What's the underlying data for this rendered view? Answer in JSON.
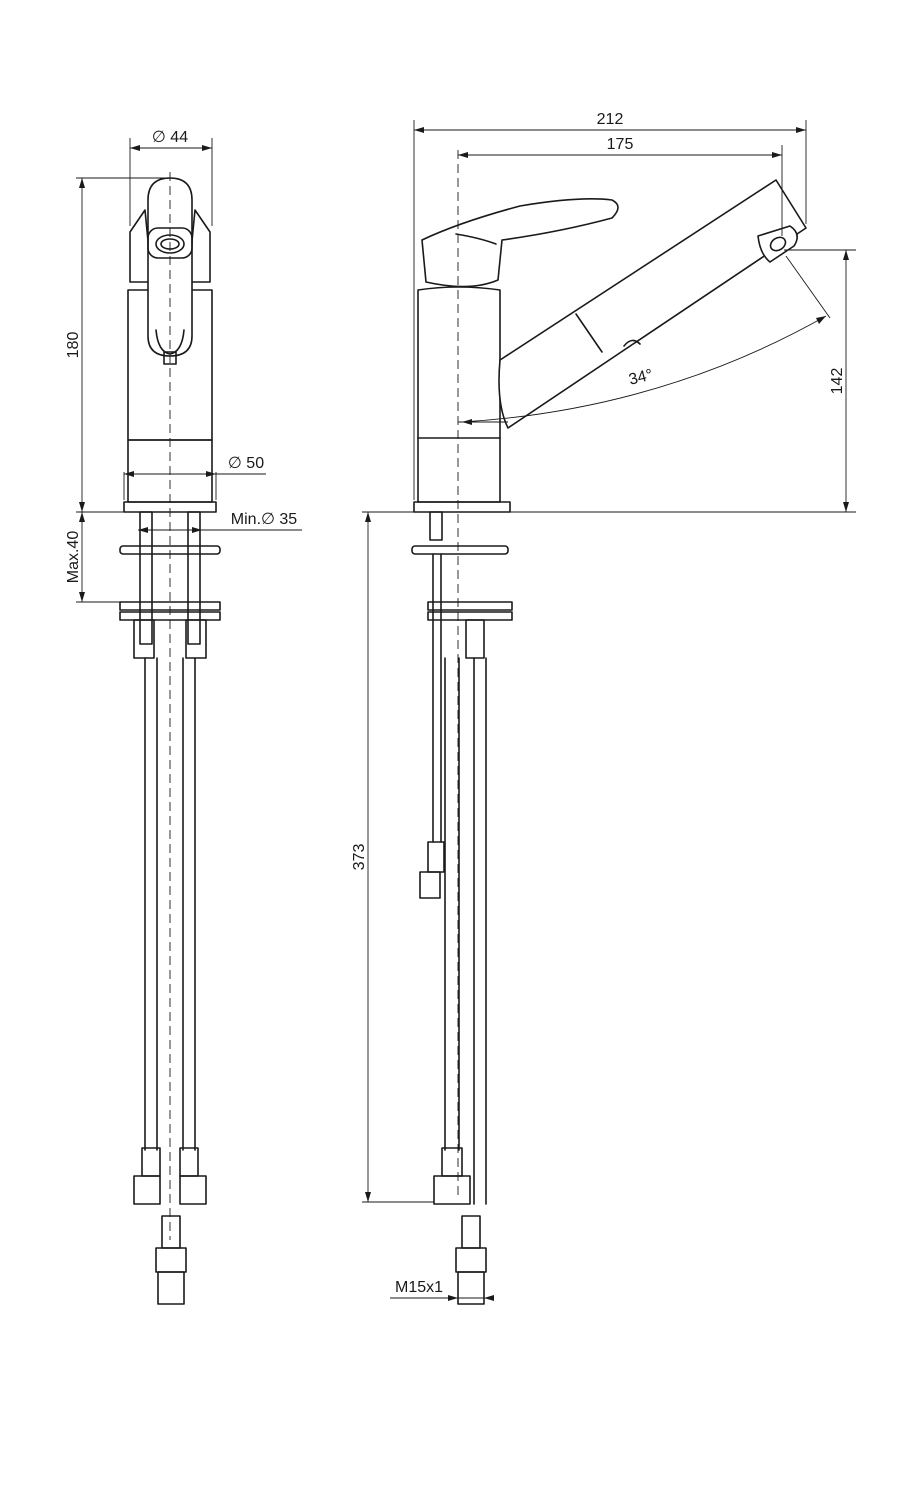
{
  "drawing": {
    "views": [
      "front-view",
      "side-view"
    ],
    "dimensions": {
      "spout_diameter": "44",
      "total_height": "180",
      "base_diameter": "50",
      "hole_diameter": "Min.∅ 35",
      "max_deck_thickness": "Max.40",
      "total_reach": "212",
      "spout_reach": "175",
      "outlet_height": "142",
      "swivel_angle": "34°",
      "hose_length": "373",
      "thread": "M15x1"
    },
    "diameter_symbol": "∅",
    "line_color": "#1a1a1a",
    "background_color": "#ffffff"
  }
}
